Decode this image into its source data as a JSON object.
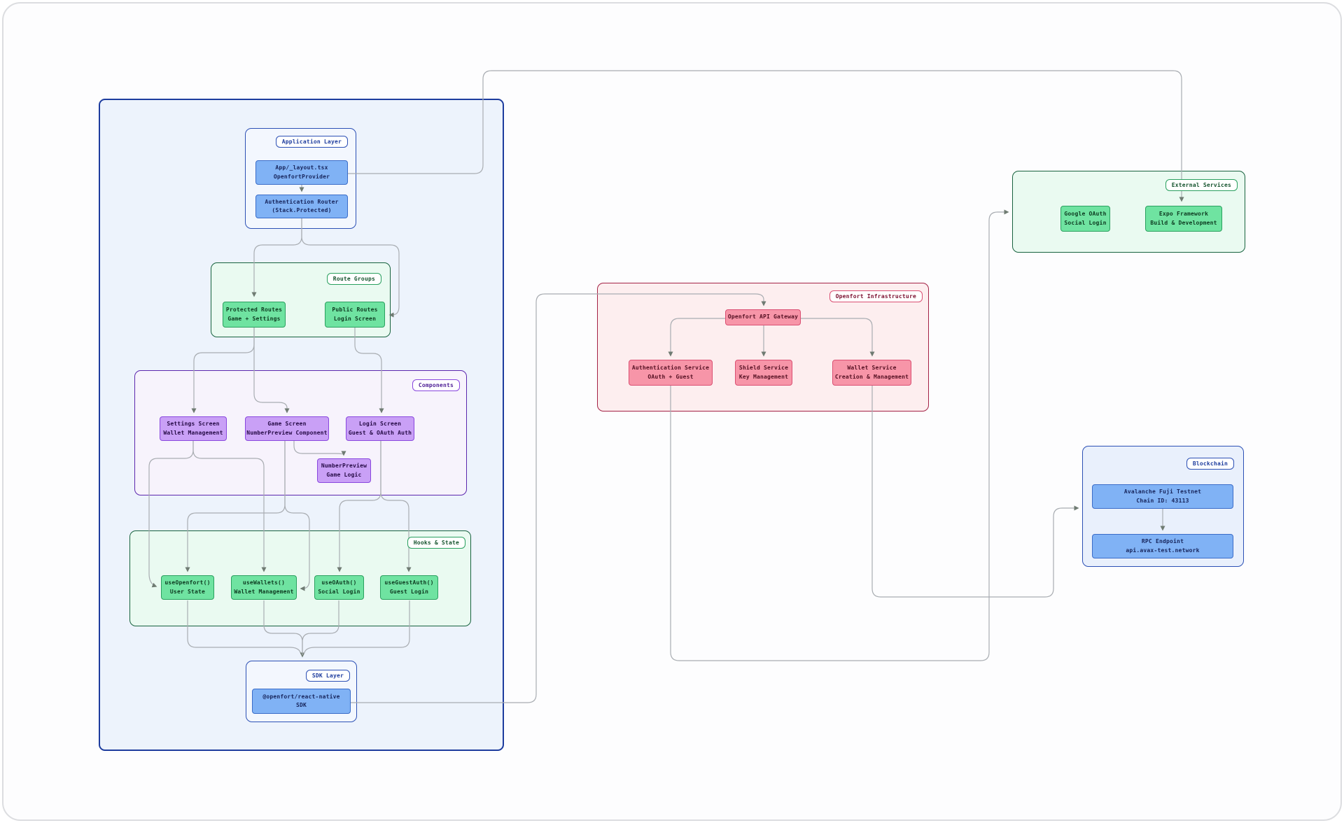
{
  "subgraphs": {
    "application_layer": "Application Layer",
    "route_groups": "Route Groups",
    "components": "Components",
    "hooks_state": "Hooks & State",
    "sdk_layer": "SDK Layer",
    "openfort_infrastructure": "Openfort Infrastructure",
    "external_services": "External Services",
    "blockchain": "Blockchain"
  },
  "nodes": {
    "app_layout": [
      "App/_layout.tsx",
      "OpenfortProvider"
    ],
    "auth_router": [
      "Authentication Router",
      "(Stack.Protected)"
    ],
    "protected_routes": [
      "Protected Routes",
      "Game + Settings"
    ],
    "public_routes": [
      "Public Routes",
      "Login Screen"
    ],
    "settings_screen": [
      "Settings Screen",
      "Wallet Management"
    ],
    "game_screen": [
      "Game Screen",
      "NumberPreview Component"
    ],
    "login_screen": [
      "Login Screen",
      "Guest & OAuth Auth"
    ],
    "numberpreview": [
      "NumberPreview",
      "Game Logic"
    ],
    "use_openfort": [
      "useOpenfort()",
      "User State"
    ],
    "use_wallets": [
      "useWallets()",
      "Wallet Management"
    ],
    "use_oauth": [
      "useOAuth()",
      "Social Login"
    ],
    "use_guestauth": [
      "useGuestAuth()",
      "Guest Login"
    ],
    "sdk": [
      "@openfort/react-native",
      "SDK"
    ],
    "api_gateway": [
      "Openfort API Gateway"
    ],
    "auth_service": [
      "Authentication Service",
      "OAuth + Guest"
    ],
    "shield_service": [
      "Shield Service",
      "Key Management"
    ],
    "wallet_service": [
      "Wallet Service",
      "Creation & Management"
    ],
    "google_oauth": [
      "Google OAuth",
      "Social Login"
    ],
    "expo": [
      "Expo Framework",
      "Build & Development"
    ],
    "avalanche": [
      "Avalanche Fuji Testnet",
      "Chain ID: 43113"
    ],
    "rpc": [
      "RPC Endpoint",
      "api.avax-test.network"
    ]
  },
  "edges": [
    {
      "from": "App/_layout.tsx OpenfortProvider",
      "to": "Authentication Router (Stack.Protected)"
    },
    {
      "from": "App/_layout.tsx OpenfortProvider",
      "to": "Expo Framework Build & Development"
    },
    {
      "from": "Authentication Router (Stack.Protected)",
      "to": "Protected Routes Game + Settings"
    },
    {
      "from": "Authentication Router (Stack.Protected)",
      "to": "Public Routes Login Screen"
    },
    {
      "from": "Protected Routes Game + Settings",
      "to": "Settings Screen Wallet Management"
    },
    {
      "from": "Protected Routes Game + Settings",
      "to": "Game Screen NumberPreview Component"
    },
    {
      "from": "Public Routes Login Screen",
      "to": "Login Screen Guest & OAuth Auth"
    },
    {
      "from": "Game Screen NumberPreview Component",
      "to": "NumberPreview Game Logic"
    },
    {
      "from": "Settings Screen Wallet Management",
      "to": "useOpenfort() User State"
    },
    {
      "from": "Settings Screen Wallet Management",
      "to": "useWallets() Wallet Management"
    },
    {
      "from": "Game Screen NumberPreview Component",
      "to": "useOpenfort() User State"
    },
    {
      "from": "Game Screen NumberPreview Component",
      "to": "useWallets() Wallet Management"
    },
    {
      "from": "Login Screen Guest & OAuth Auth",
      "to": "useOAuth() Social Login"
    },
    {
      "from": "Login Screen Guest & OAuth Auth",
      "to": "useGuestAuth() Guest Login"
    },
    {
      "from": "useOpenfort() User State",
      "to": "@openfort/react-native SDK"
    },
    {
      "from": "useWallets() Wallet Management",
      "to": "@openfort/react-native SDK"
    },
    {
      "from": "useOAuth() Social Login",
      "to": "@openfort/react-native SDK"
    },
    {
      "from": "useGuestAuth() Guest Login",
      "to": "@openfort/react-native SDK"
    },
    {
      "from": "@openfort/react-native SDK",
      "to": "Openfort API Gateway"
    },
    {
      "from": "Openfort API Gateway",
      "to": "Authentication Service OAuth + Guest"
    },
    {
      "from": "Openfort API Gateway",
      "to": "Shield Service Key Management"
    },
    {
      "from": "Openfort API Gateway",
      "to": "Wallet Service Creation & Management"
    },
    {
      "from": "Authentication Service OAuth + Guest",
      "to": "External Services (Google OAuth)"
    },
    {
      "from": "Wallet Service Creation & Management",
      "to": "Blockchain (Avalanche Fuji Testnet)"
    },
    {
      "from": "Avalanche Fuji Testnet Chain ID: 43113",
      "to": "RPC Endpoint api.avax-test.network"
    }
  ],
  "colors": {
    "container_fill": "#edf3fc",
    "container_border": "#1d3c9e",
    "blue_node_fill": "#80b2f5",
    "blue_node_border": "#3a6cc8",
    "green_subgraph_fill": "#eafaf1",
    "green_subgraph_border": "#17623e",
    "green_node_fill": "#6fe3a1",
    "green_node_border": "#2aa05f",
    "purple_subgraph_border": "#5c27ae",
    "purple_node_fill": "#c9a0f6",
    "purple_node_border": "#8947de",
    "red_subgraph_fill": "#fdeeef",
    "red_subgraph_border": "#a32145",
    "red_node_fill": "#f795a8",
    "red_node_border": "#da4f72",
    "edge_line": "#a9adb2"
  }
}
